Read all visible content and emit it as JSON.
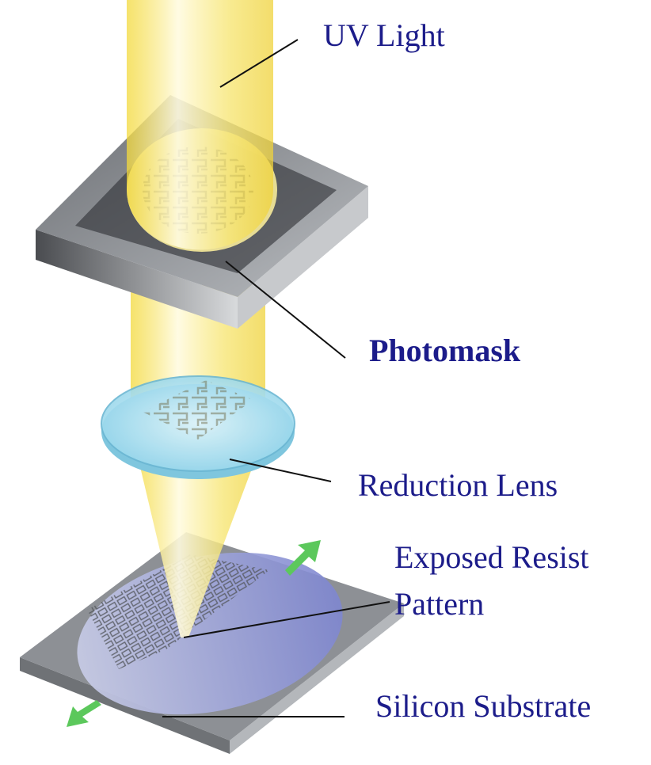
{
  "labels": {
    "uv_light": "UV Light",
    "photomask": "Photomask",
    "reduction_lens": "Reduction Lens",
    "exposed_resist_line1": "Exposed Resist",
    "exposed_resist_line2": "Pattern",
    "silicon_substrate": "Silicon Substrate"
  },
  "colors": {
    "label_text": "#1c1c8a",
    "uv_beam": "#f5e04a",
    "photomask": "#8a8d92",
    "lens": "#a9e0f0",
    "wafer": "#9aa2dc",
    "motion_arrows": "#5cc85c"
  }
}
